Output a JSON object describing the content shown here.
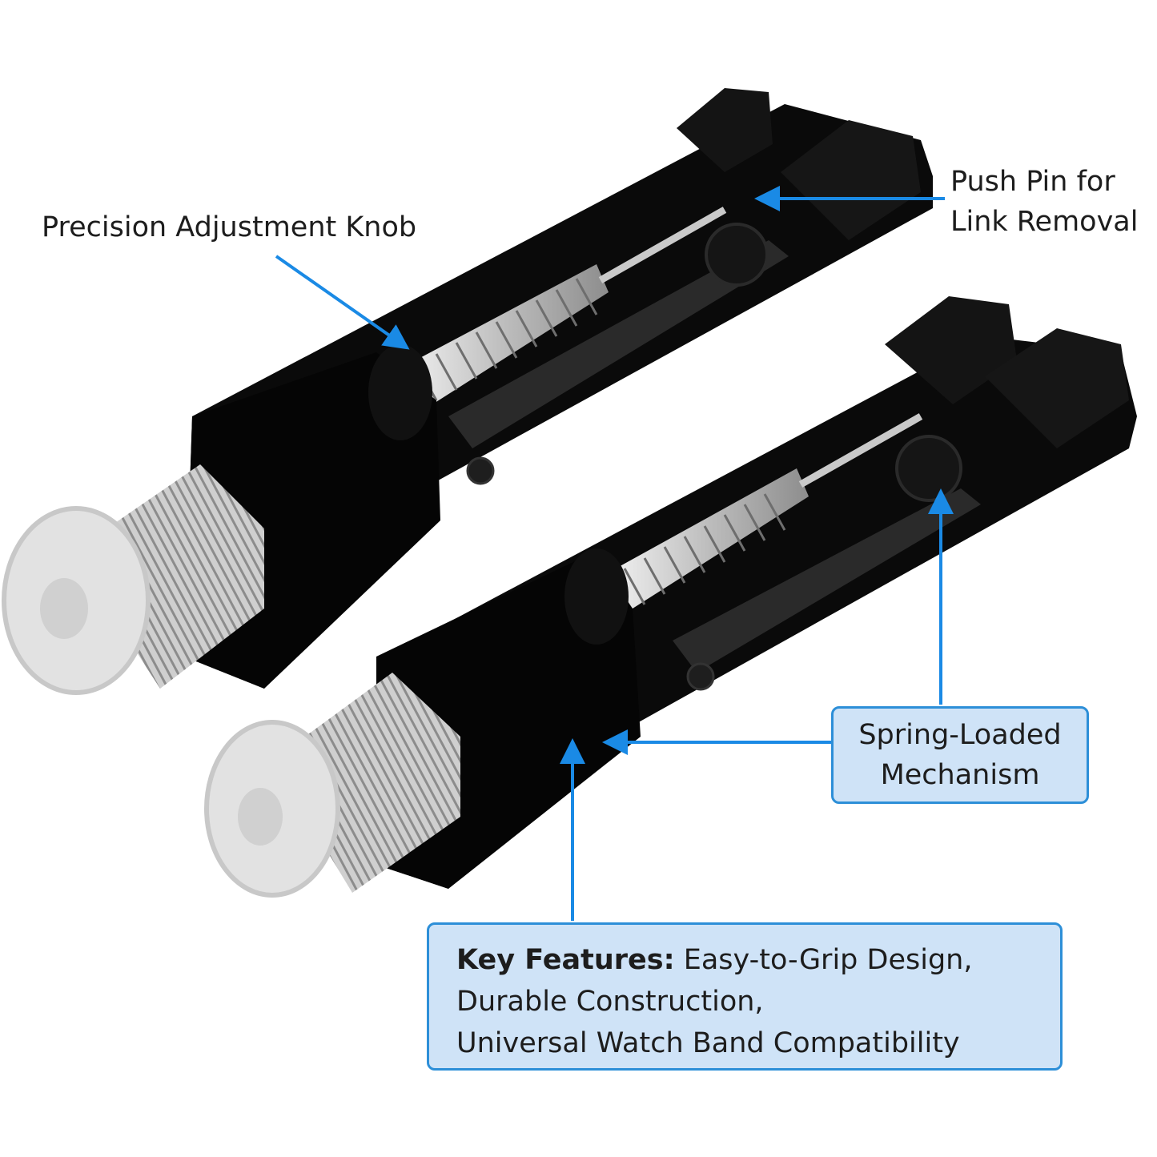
{
  "labels": {
    "knob": "Precision Adjustment Knob",
    "pin_line1": "Push Pin for",
    "pin_line2": "Link Removal",
    "spring_line1": "Spring-Loaded",
    "spring_line2": "Mechanism",
    "features_heading": "Key Features:",
    "features_line1": "Easy-to-Grip Design,",
    "features_line2": "Durable Construction,",
    "features_line3": "Universal Watch Band Compatibility"
  },
  "colors": {
    "arrow": "#1a8ae5",
    "box_fill": "#cfe3f7",
    "box_border": "#2d8fd8",
    "tool_body": "#0a0a0a",
    "knob_metal": "#d7d7d7"
  }
}
